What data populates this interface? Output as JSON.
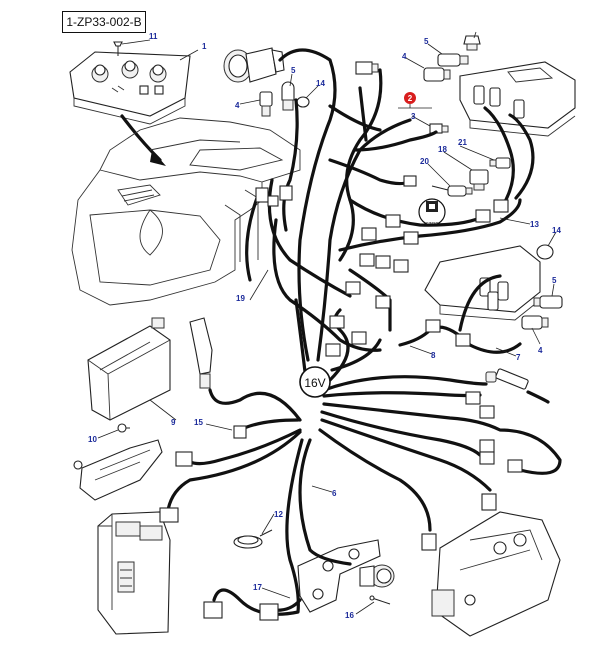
{
  "diagram": {
    "reference_code": "1-ZP33-002-B",
    "voltage_badge": "16V",
    "stop_button_label": "STOP",
    "highlight_callout": "2",
    "highlight_color": "#d81e1e",
    "callout_color": "#1b2a9a",
    "callouts": [
      "1",
      "11",
      "5",
      "14",
      "4",
      "5",
      "4",
      "3",
      "21",
      "18",
      "20",
      "13",
      "14",
      "5",
      "4",
      "7",
      "8",
      "9",
      "19",
      "15",
      "10",
      "6",
      "12",
      "17",
      "16"
    ]
  }
}
